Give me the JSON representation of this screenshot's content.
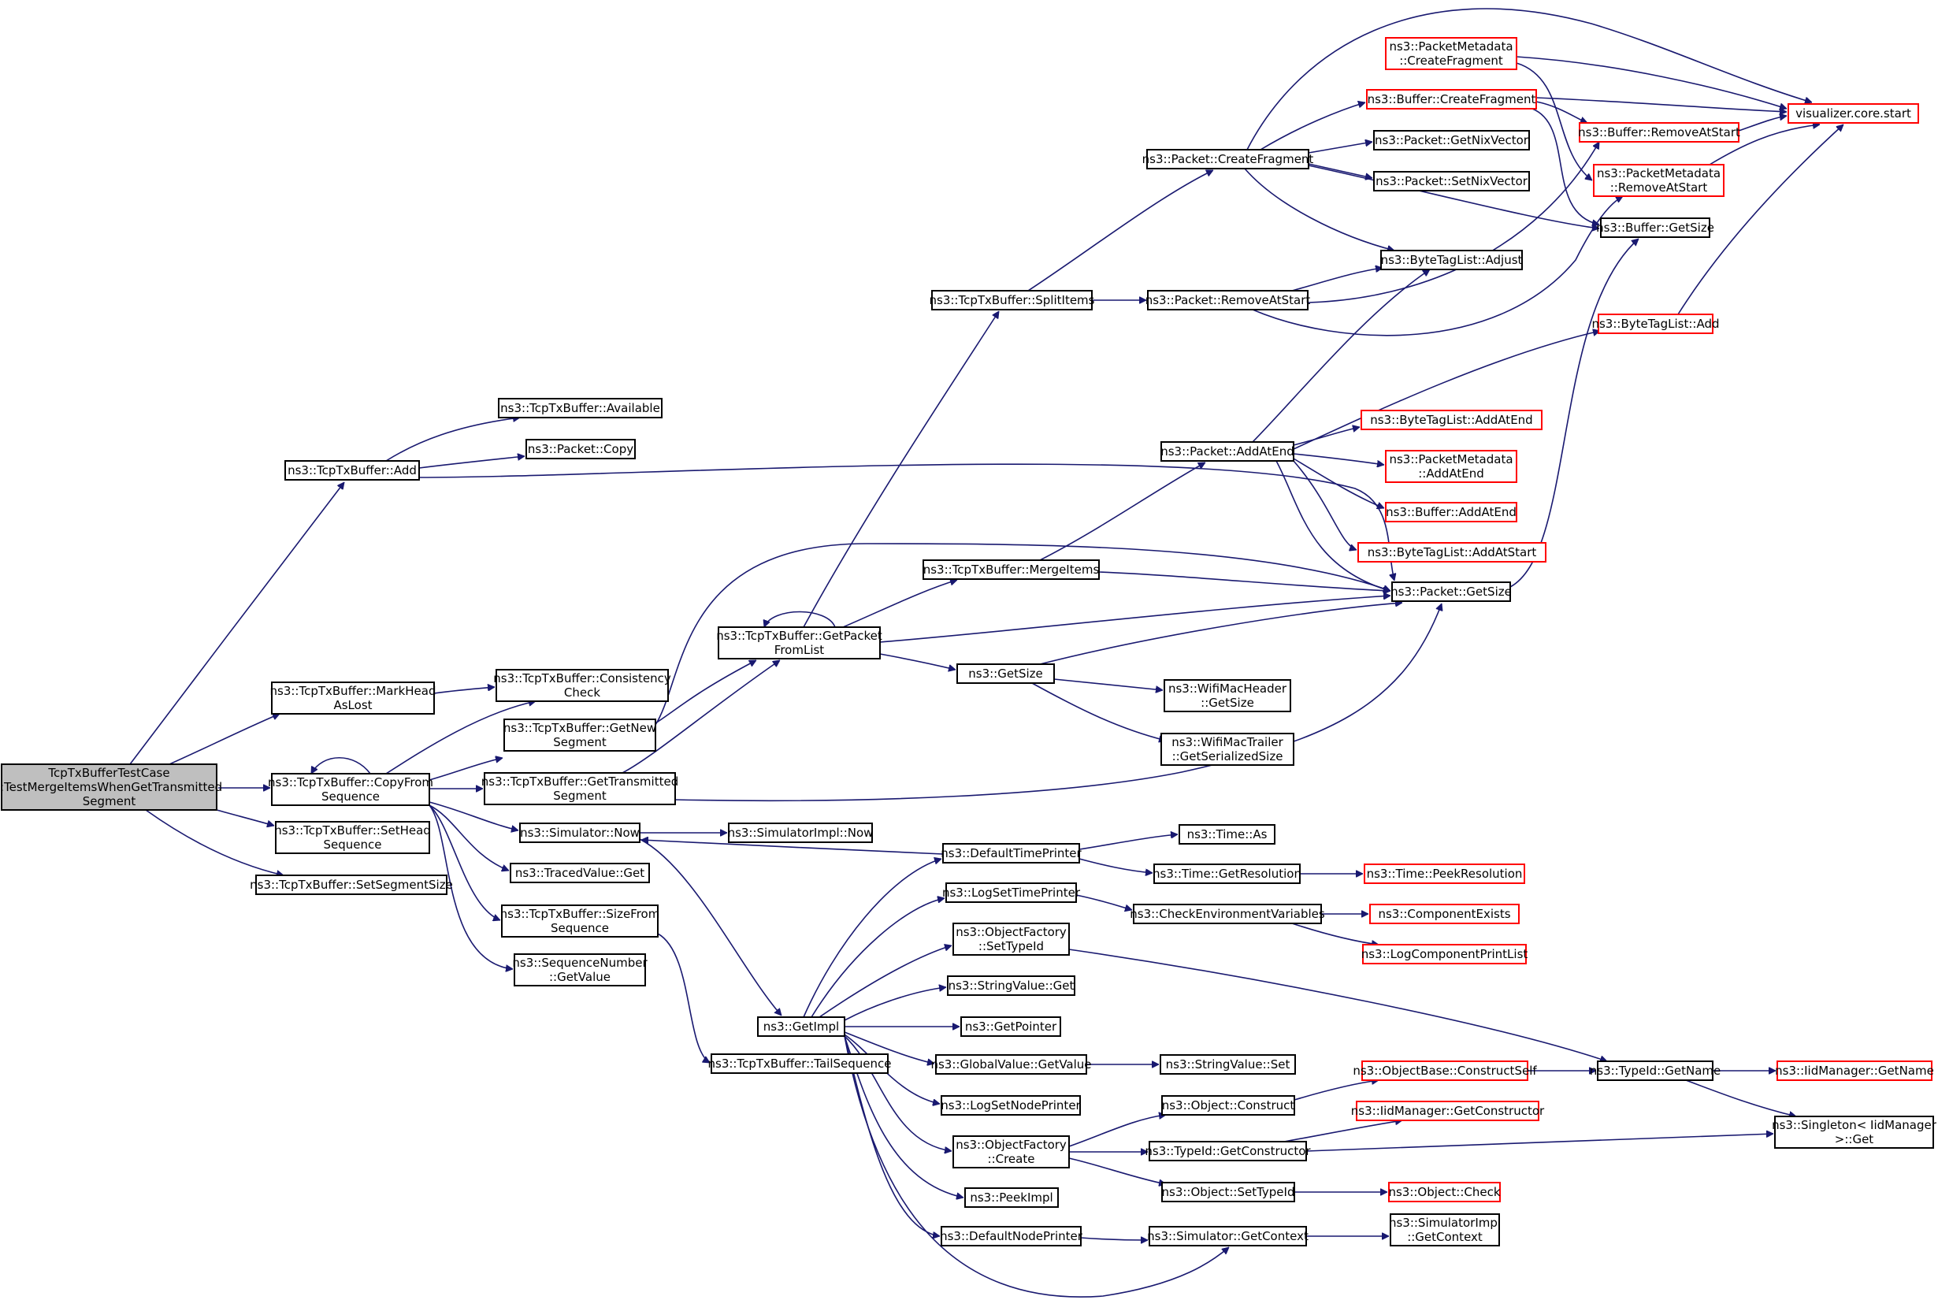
{
  "colors": {
    "edge": "#191970",
    "node_border": "#000000",
    "node_border_truncated": "#ff0000",
    "root_fill": "#bfbfbf",
    "node_fill": "#ffffff"
  },
  "nodes": [
    {
      "id": "root",
      "lines": [
        "TcpTxBufferTestCase",
        "::TestMergeItemsWhenGetTransmitted",
        "Segment"
      ],
      "kind": "root"
    },
    {
      "id": "add",
      "lines": [
        "ns3::TcpTxBuffer::Add"
      ],
      "kind": "normal"
    },
    {
      "id": "available",
      "lines": [
        "ns3::TcpTxBuffer::Available"
      ],
      "kind": "normal"
    },
    {
      "id": "pcopy",
      "lines": [
        "ns3::Packet::Copy"
      ],
      "kind": "normal"
    },
    {
      "id": "markhead",
      "lines": [
        "ns3::TcpTxBuffer::MarkHead",
        "AsLost"
      ],
      "kind": "normal"
    },
    {
      "id": "consistency",
      "lines": [
        "ns3::TcpTxBuffer::Consistency",
        "Check"
      ],
      "kind": "normal"
    },
    {
      "id": "copyfrom",
      "lines": [
        "ns3::TcpTxBuffer::CopyFrom",
        "Sequence"
      ],
      "kind": "normal"
    },
    {
      "id": "getnew",
      "lines": [
        "ns3::TcpTxBuffer::GetNew",
        "Segment"
      ],
      "kind": "normal"
    },
    {
      "id": "gettrans",
      "lines": [
        "ns3::TcpTxBuffer::GetTransmitted",
        "Segment"
      ],
      "kind": "normal"
    },
    {
      "id": "simnow",
      "lines": [
        "ns3::Simulator::Now"
      ],
      "kind": "normal"
    },
    {
      "id": "tracedget",
      "lines": [
        "ns3::TracedValue::Get"
      ],
      "kind": "normal"
    },
    {
      "id": "sizefrom",
      "lines": [
        "ns3::TcpTxBuffer::SizeFrom",
        "Sequence"
      ],
      "kind": "normal"
    },
    {
      "id": "seqgetvalue",
      "lines": [
        "ns3::SequenceNumber",
        "::GetValue"
      ],
      "kind": "normal"
    },
    {
      "id": "sethead",
      "lines": [
        "ns3::TcpTxBuffer::SetHead",
        "Sequence"
      ],
      "kind": "normal"
    },
    {
      "id": "setseg",
      "lines": [
        "ns3::TcpTxBuffer::SetSegmentSize"
      ],
      "kind": "normal"
    },
    {
      "id": "getpacket",
      "lines": [
        "ns3::TcpTxBuffer::GetPacket",
        "FromList"
      ],
      "kind": "normal"
    },
    {
      "id": "splititems",
      "lines": [
        "ns3::TcpTxBuffer::SplitItems"
      ],
      "kind": "normal"
    },
    {
      "id": "mergeitems",
      "lines": [
        "ns3::TcpTxBuffer::MergeItems"
      ],
      "kind": "normal"
    },
    {
      "id": "getsize",
      "lines": [
        "ns3::GetSize"
      ],
      "kind": "normal"
    },
    {
      "id": "simimplnow",
      "lines": [
        "ns3::SimulatorImpl::Now"
      ],
      "kind": "normal"
    },
    {
      "id": "getimpl",
      "lines": [
        "ns3::GetImpl"
      ],
      "kind": "normal"
    },
    {
      "id": "tailseq",
      "lines": [
        "ns3::TcpTxBuffer::TailSequence"
      ],
      "kind": "normal"
    },
    {
      "id": "createfrag",
      "lines": [
        "ns3::Packet::CreateFragment"
      ],
      "kind": "normal"
    },
    {
      "id": "removeatstart",
      "lines": [
        "ns3::Packet::RemoveAtStart"
      ],
      "kind": "normal"
    },
    {
      "id": "addatend",
      "lines": [
        "ns3::Packet::AddAtEnd"
      ],
      "kind": "normal"
    },
    {
      "id": "pgetsize",
      "lines": [
        "ns3::Packet::GetSize"
      ],
      "kind": "normal"
    },
    {
      "id": "wifihdr",
      "lines": [
        "ns3::WifiMacHeader",
        "::GetSize"
      ],
      "kind": "normal"
    },
    {
      "id": "wifitrl",
      "lines": [
        "ns3::WifiMacTrailer",
        "::GetSerializedSize"
      ],
      "kind": "normal"
    },
    {
      "id": "defaulttime",
      "lines": [
        "ns3::DefaultTimePrinter"
      ],
      "kind": "normal"
    },
    {
      "id": "logsettime",
      "lines": [
        "ns3::LogSetTimePrinter"
      ],
      "kind": "normal"
    },
    {
      "id": "objfactsettype",
      "lines": [
        "ns3::ObjectFactory",
        "::SetTypeId"
      ],
      "kind": "normal"
    },
    {
      "id": "stringget",
      "lines": [
        "ns3::StringValue::Get"
      ],
      "kind": "normal"
    },
    {
      "id": "getpointer",
      "lines": [
        "ns3::GetPointer"
      ],
      "kind": "normal"
    },
    {
      "id": "globalget",
      "lines": [
        "ns3::GlobalValue::GetValue"
      ],
      "kind": "normal"
    },
    {
      "id": "logsetnode",
      "lines": [
        "ns3::LogSetNodePrinter"
      ],
      "kind": "normal"
    },
    {
      "id": "objfactcreate",
      "lines": [
        "ns3::ObjectFactory",
        "::Create"
      ],
      "kind": "normal"
    },
    {
      "id": "peekimpl",
      "lines": [
        "ns3::PeekImpl"
      ],
      "kind": "normal"
    },
    {
      "id": "defaultnode",
      "lines": [
        "ns3::DefaultNodePrinter"
      ],
      "kind": "normal"
    },
    {
      "id": "metacreatefrag",
      "lines": [
        "ns3::PacketMetadata",
        "::CreateFragment"
      ],
      "kind": "truncated"
    },
    {
      "id": "bufcreatefrag",
      "lines": [
        "ns3::Buffer::CreateFragment"
      ],
      "kind": "truncated"
    },
    {
      "id": "getnixvec",
      "lines": [
        "ns3::Packet::GetNixVector"
      ],
      "kind": "normal"
    },
    {
      "id": "setnixvec",
      "lines": [
        "ns3::Packet::SetNixVector"
      ],
      "kind": "normal"
    },
    {
      "id": "btladjust",
      "lines": [
        "ns3::ByteTagList::Adjust"
      ],
      "kind": "normal"
    },
    {
      "id": "btladdatend",
      "lines": [
        "ns3::ByteTagList::AddAtEnd"
      ],
      "kind": "truncated"
    },
    {
      "id": "metaaddatend",
      "lines": [
        "ns3::PacketMetadata",
        "::AddAtEnd"
      ],
      "kind": "truncated"
    },
    {
      "id": "bufaddatend",
      "lines": [
        "ns3::Buffer::AddAtEnd"
      ],
      "kind": "truncated"
    },
    {
      "id": "btladdatstart",
      "lines": [
        "ns3::ByteTagList::AddAtStart"
      ],
      "kind": "truncated"
    },
    {
      "id": "timeas",
      "lines": [
        "ns3::Time::As"
      ],
      "kind": "normal"
    },
    {
      "id": "timegetres",
      "lines": [
        "ns3::Time::GetResolution"
      ],
      "kind": "normal"
    },
    {
      "id": "checkenv",
      "lines": [
        "ns3::CheckEnvironmentVariables"
      ],
      "kind": "normal"
    },
    {
      "id": "stringset",
      "lines": [
        "ns3::StringValue::Set"
      ],
      "kind": "normal"
    },
    {
      "id": "objconstruct",
      "lines": [
        "ns3::Object::Construct"
      ],
      "kind": "normal"
    },
    {
      "id": "typeidgetctor",
      "lines": [
        "ns3::TypeId::GetConstructor"
      ],
      "kind": "normal"
    },
    {
      "id": "objsettype",
      "lines": [
        "ns3::Object::SetTypeId"
      ],
      "kind": "normal"
    },
    {
      "id": "simgetctx",
      "lines": [
        "ns3::Simulator::GetContext"
      ],
      "kind": "normal"
    },
    {
      "id": "bufremoveatstart",
      "lines": [
        "ns3::Buffer::RemoveAtStart"
      ],
      "kind": "truncated"
    },
    {
      "id": "metaremoveatstart",
      "lines": [
        "ns3::PacketMetadata",
        "::RemoveAtStart"
      ],
      "kind": "truncated"
    },
    {
      "id": "bufgetsize",
      "lines": [
        "ns3::Buffer::GetSize"
      ],
      "kind": "normal"
    },
    {
      "id": "btladd",
      "lines": [
        "ns3::ByteTagList::Add"
      ],
      "kind": "truncated"
    },
    {
      "id": "timepeekres",
      "lines": [
        "ns3::Time::PeekResolution"
      ],
      "kind": "truncated"
    },
    {
      "id": "compexists",
      "lines": [
        "ns3::ComponentExists"
      ],
      "kind": "truncated"
    },
    {
      "id": "logcompprint",
      "lines": [
        "ns3::LogComponentPrintList"
      ],
      "kind": "truncated"
    },
    {
      "id": "objbaseconstruct",
      "lines": [
        "ns3::ObjectBase::ConstructSelf"
      ],
      "kind": "truncated"
    },
    {
      "id": "iidgetctor",
      "lines": [
        "ns3::IidManager::GetConstructor"
      ],
      "kind": "truncated"
    },
    {
      "id": "objcheck",
      "lines": [
        "ns3::Object::Check"
      ],
      "kind": "truncated"
    },
    {
      "id": "simimplctx",
      "lines": [
        "ns3::SimulatorImpl",
        "::GetContext"
      ],
      "kind": "normal"
    },
    {
      "id": "vizstart",
      "lines": [
        "visualizer.core.start"
      ],
      "kind": "truncated"
    },
    {
      "id": "typeidgetname",
      "lines": [
        "ns3::TypeId::GetName"
      ],
      "kind": "normal"
    },
    {
      "id": "iidgetname",
      "lines": [
        "ns3::IidManager::GetName"
      ],
      "kind": "truncated"
    },
    {
      "id": "singletonget",
      "lines": [
        "ns3::Singleton< IidManager",
        ">::Get"
      ],
      "kind": "normal"
    }
  ]
}
